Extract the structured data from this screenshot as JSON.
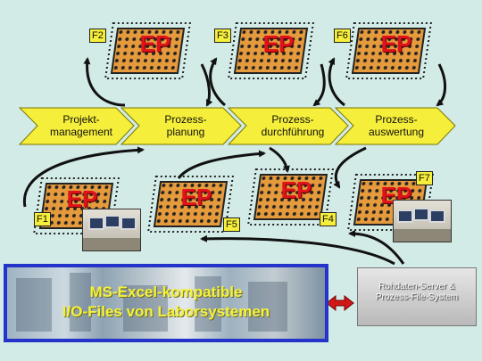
{
  "processes": [
    {
      "line1": "Projekt-",
      "line2": "management"
    },
    {
      "line1": "Prozess-",
      "line2": "planung"
    },
    {
      "line1": "Prozess-",
      "line2": "durchführung"
    },
    {
      "line1": "Prozess-",
      "line2": "auswertung"
    }
  ],
  "chips": [
    {
      "badge": "F2",
      "text": "EP"
    },
    {
      "badge": "F3",
      "text": "EP"
    },
    {
      "badge": "F6",
      "text": "EP"
    },
    {
      "badge": "F1",
      "text": "EP"
    },
    {
      "badge": "F5",
      "text": "EP"
    },
    {
      "badge": "F4",
      "text": "EP"
    },
    {
      "badge": "F7",
      "text": "EP"
    }
  ],
  "strip": {
    "line1": "MS-Excel-kompatible",
    "line2": "I/O-Files von Laborsystemen"
  },
  "server": {
    "line1": "Rohdaten-Server &",
    "line2": "Prozess-File-System"
  },
  "colors": {
    "background": "#d2ebe6",
    "arrow_fill": "#f5ee3a",
    "chip_label": "#e0121b",
    "chip_grid": "#e08a2a",
    "frame": "#2433c9",
    "double_arrow": "#d01818"
  }
}
